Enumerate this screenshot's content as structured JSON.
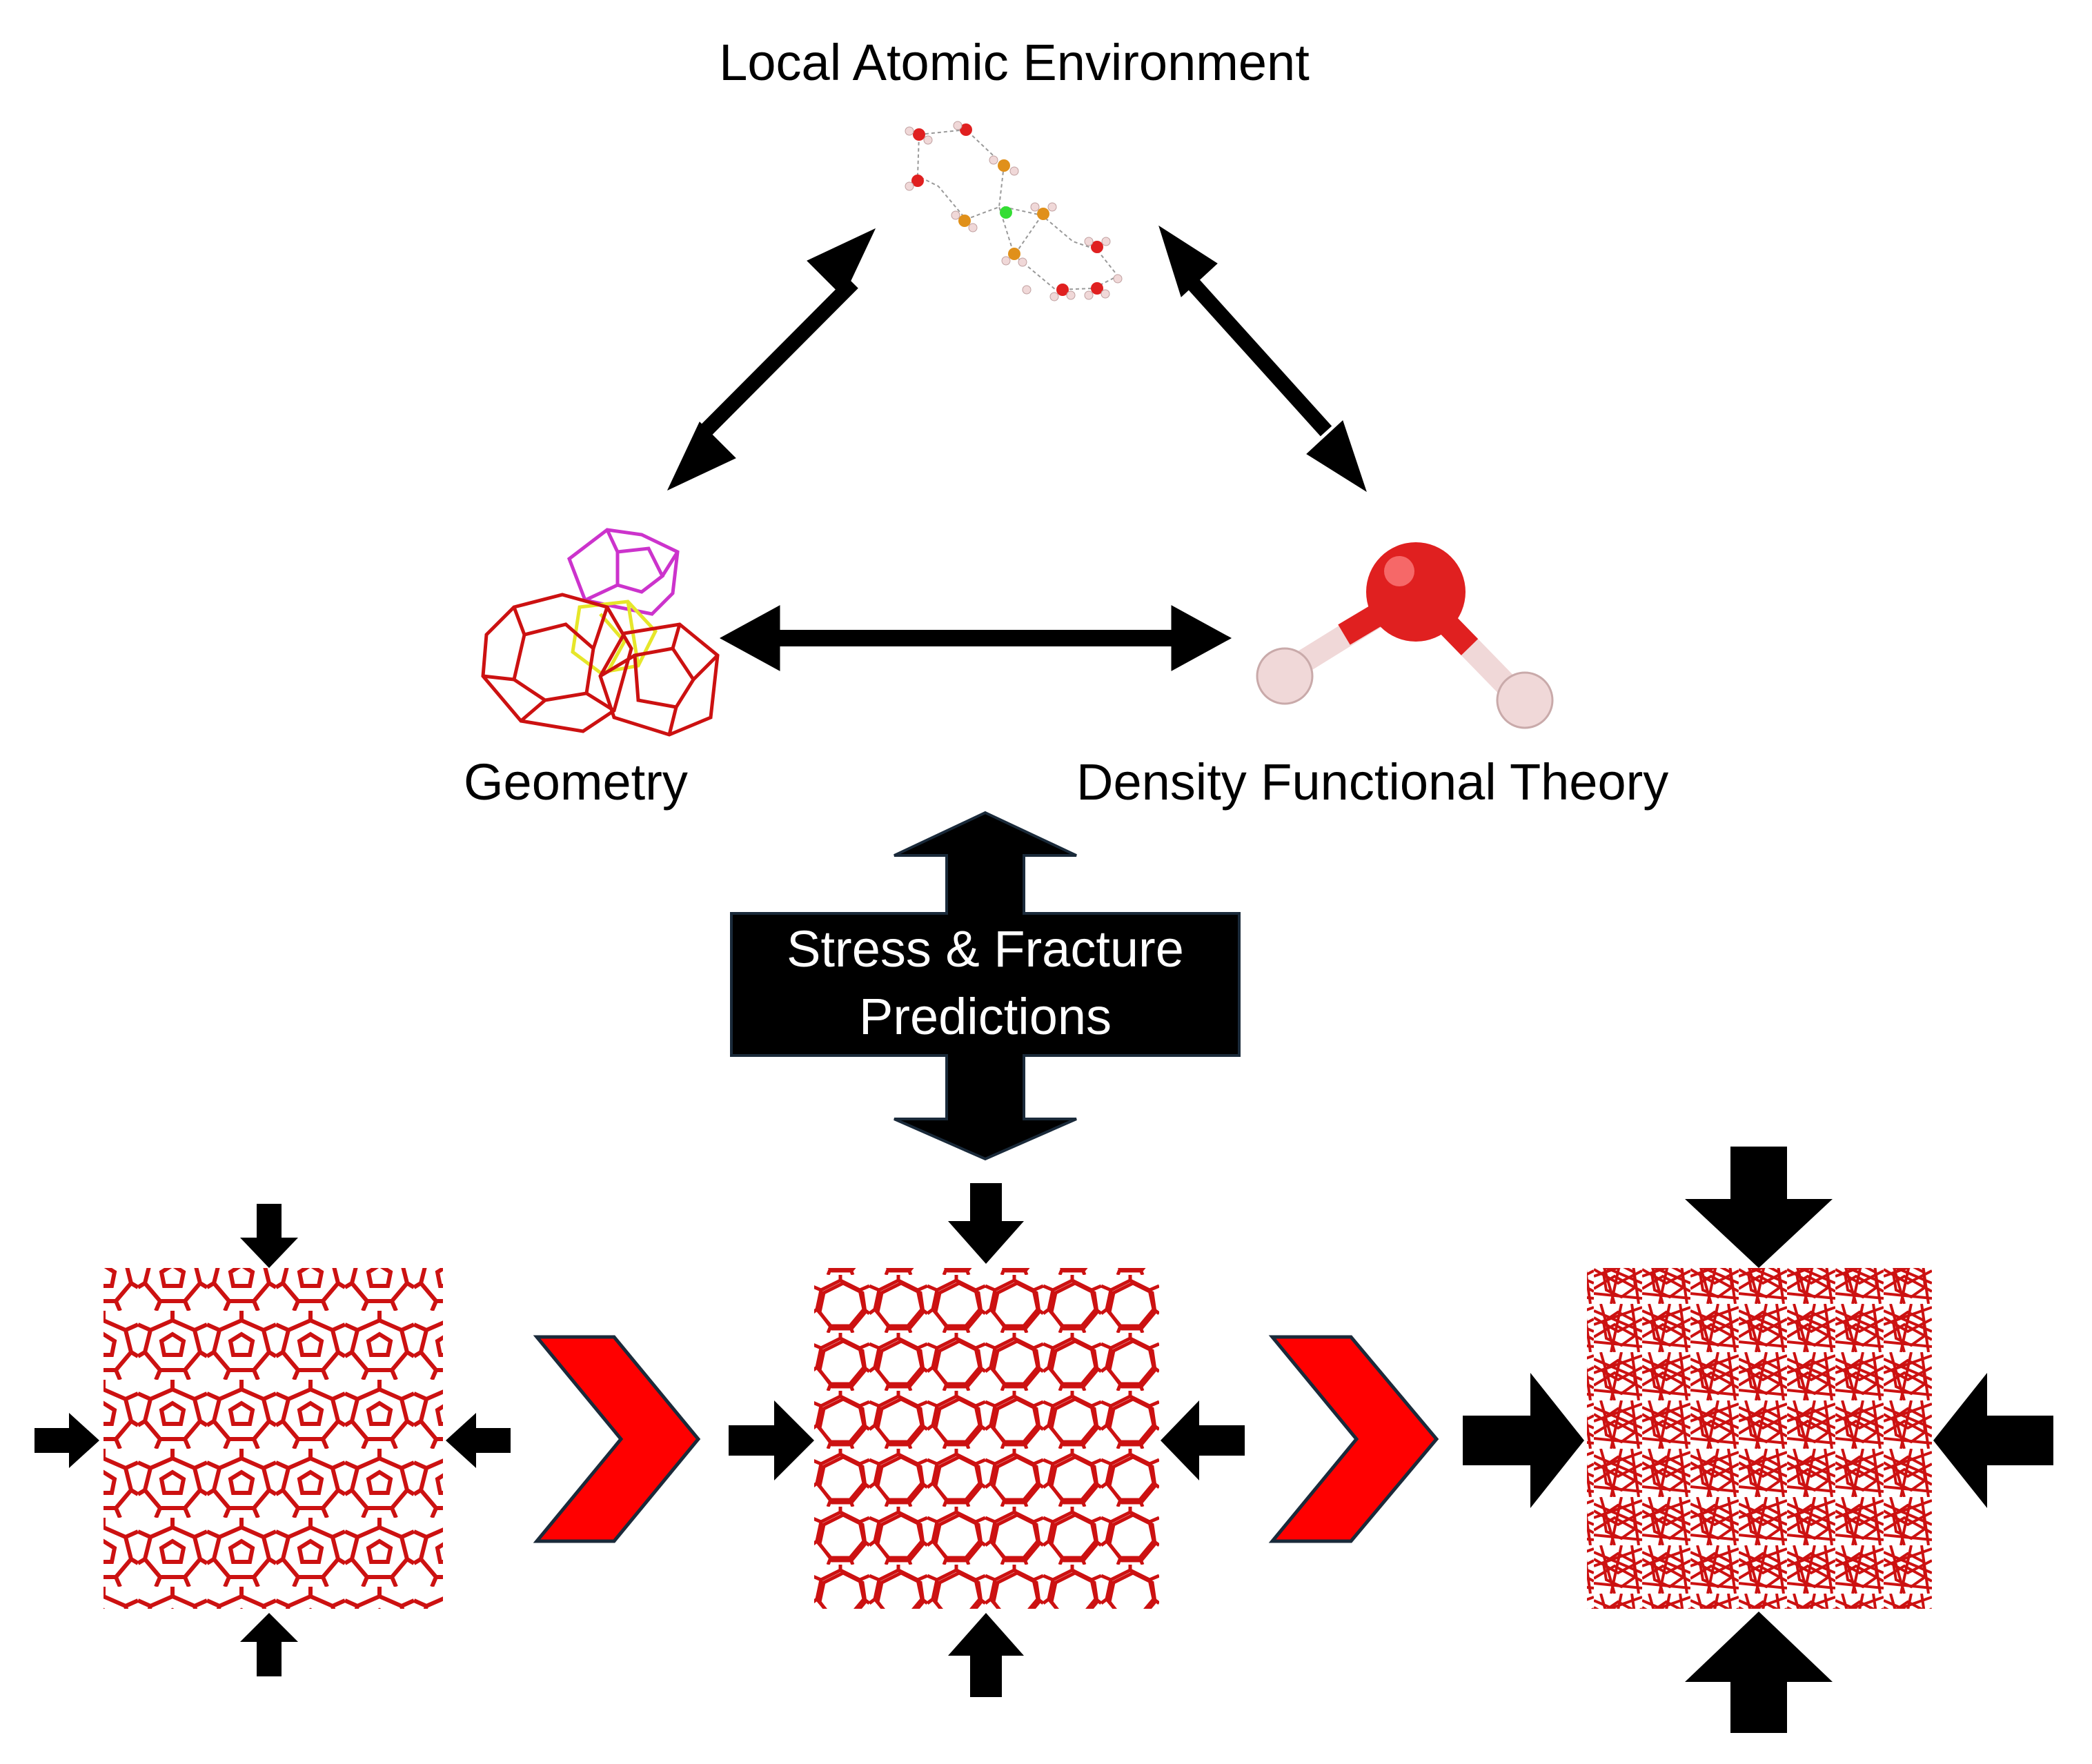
{
  "labels": {
    "top": "Local Atomic Environment",
    "left": "Geometry",
    "right": "Density Functional Theory"
  },
  "center_box": {
    "line1": "Stress & Fracture",
    "line2": "Predictions"
  },
  "colors": {
    "lattice": "#cc1111",
    "chevron": "#ff0000",
    "arrow": "#000000",
    "oxygen": "#e02020",
    "hydrogen": "#f0d8d8",
    "cage_magenta": "#cc33cc",
    "cage_yellow": "#e6e62a",
    "box_border": "#1a2a3a"
  },
  "icons": [
    "double-arrow-icon",
    "chevron-icon",
    "compression-arrow-icon",
    "water-molecule-icon",
    "cage-structure-icon",
    "hydrogen-bond-cluster-icon"
  ],
  "stages": [
    {
      "state": "ordered lattice",
      "compression": "small"
    },
    {
      "state": "compressed lattice",
      "compression": "medium"
    },
    {
      "state": "fractured lattice",
      "compression": "large"
    }
  ]
}
